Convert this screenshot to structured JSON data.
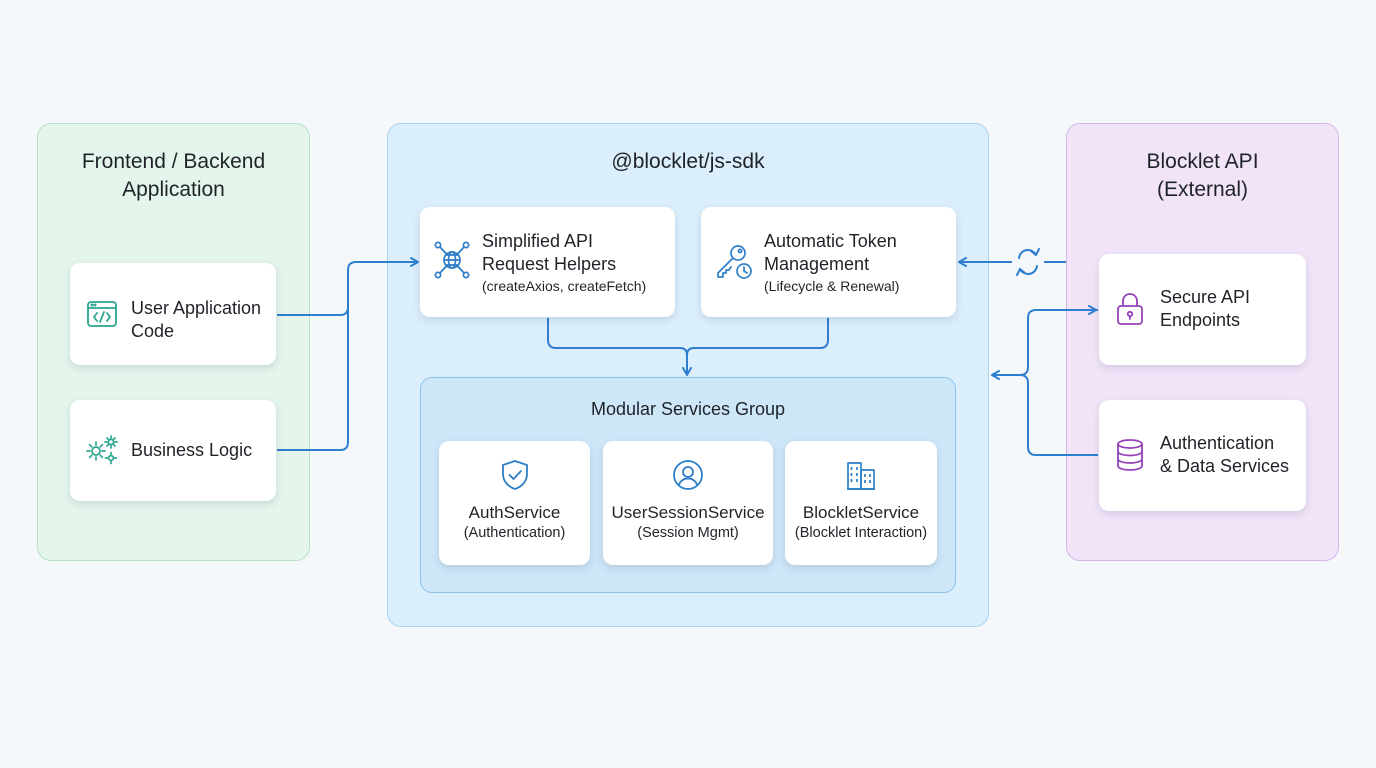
{
  "left_panel": {
    "title": "Frontend / Backend\nApplication",
    "cards": [
      {
        "label": "User Application\nCode",
        "icon": "code-window-icon"
      },
      {
        "label": "Business Logic",
        "icon": "gears-icon"
      }
    ]
  },
  "center_panel": {
    "title": "@blocklet/js-sdk",
    "helpers": [
      {
        "label": "Simplified API\nRequest Helpers",
        "sub": "(createAxios, createFetch)",
        "icon": "network-globe-icon"
      },
      {
        "label": "Automatic Token\nManagement",
        "sub": "(Lifecycle & Renewal)",
        "icon": "key-clock-icon"
      }
    ],
    "group": {
      "title": "Modular Services Group",
      "services": [
        {
          "label": "AuthService",
          "sub": "(Authentication)",
          "icon": "shield-check-icon"
        },
        {
          "label": "UserSessionService",
          "sub": "(Session Mgmt)",
          "icon": "user-circle-icon"
        },
        {
          "label": "BlockletService",
          "sub": "(Blocklet Interaction)",
          "icon": "building-icon"
        }
      ]
    }
  },
  "right_panel": {
    "title": "Blocklet API\n(External)",
    "cards": [
      {
        "label": "Secure API\nEndpoints",
        "icon": "lock-icon"
      },
      {
        "label": "Authentication\n& Data Services",
        "icon": "database-icon"
      }
    ]
  },
  "colors": {
    "left_panel_bg": "#e4f5ec",
    "center_panel_bg": "#dbeefb",
    "right_panel_bg": "#f1e4f8",
    "connector": "#2f7fd0",
    "left_icon": "#2aa58f",
    "center_icon": "#2d7fc7",
    "right_icon": "#9543b8"
  },
  "connector_icon": "refresh-cycle-icon"
}
